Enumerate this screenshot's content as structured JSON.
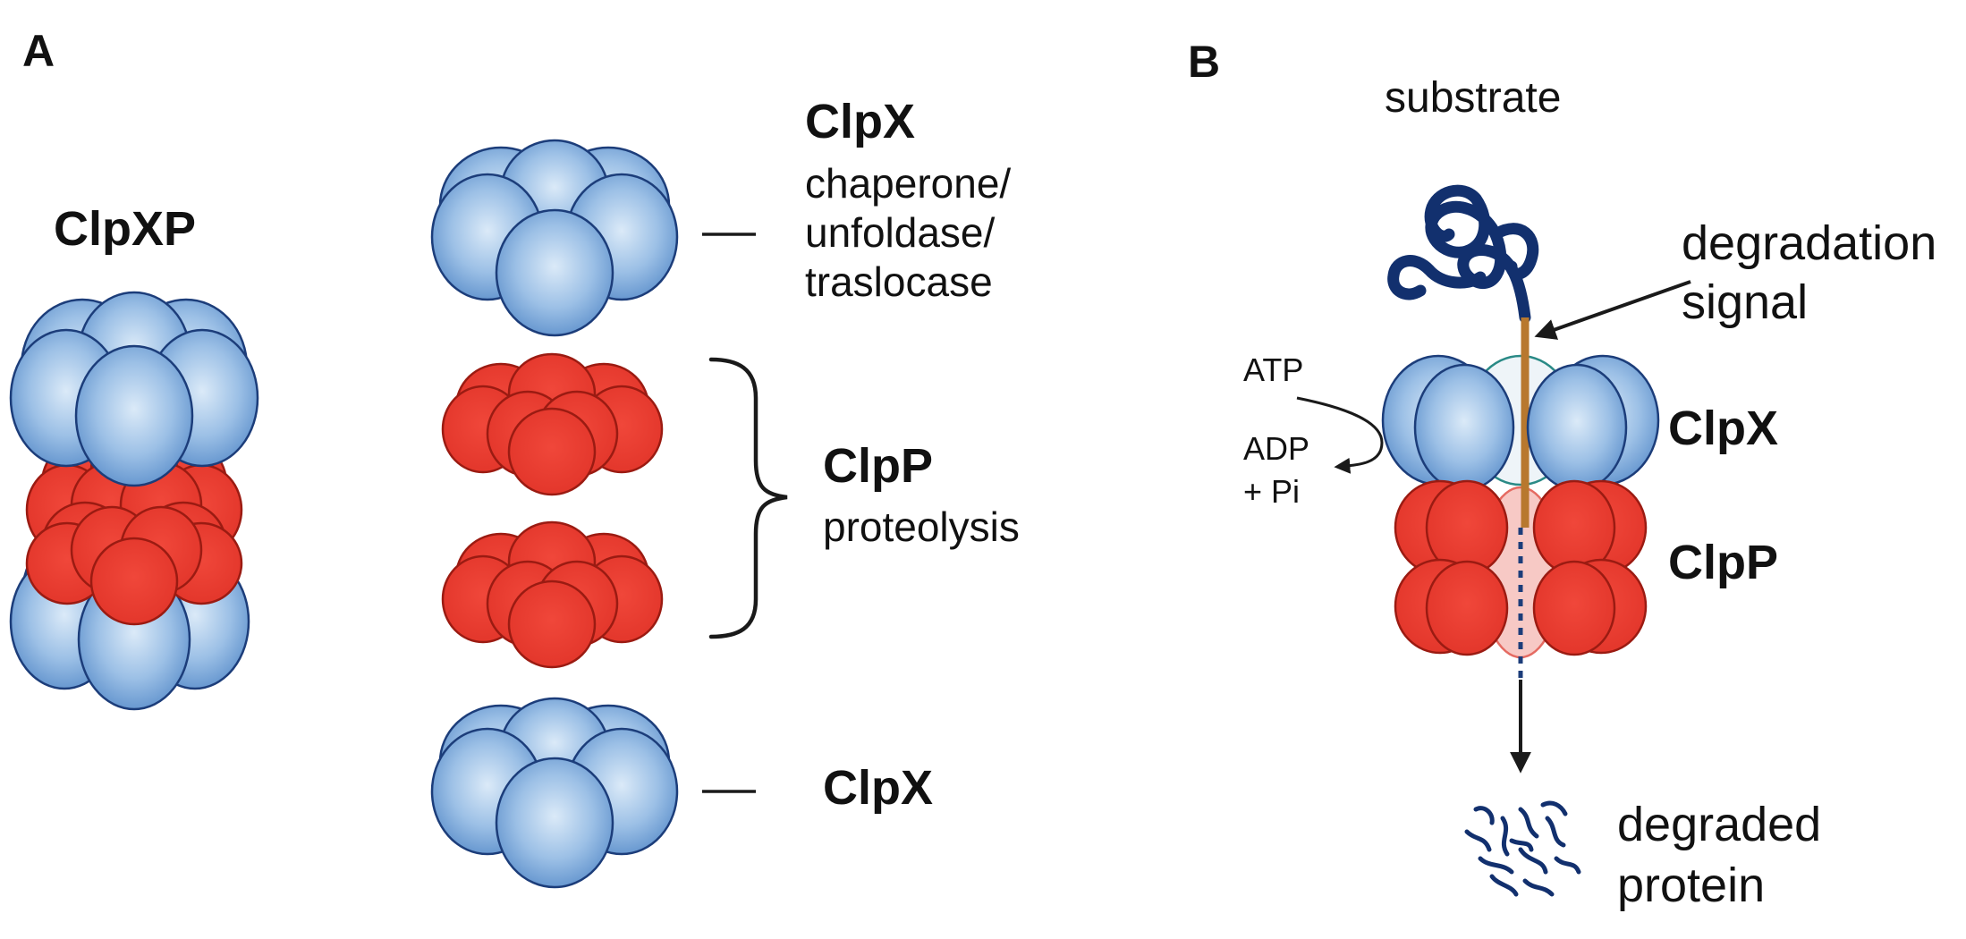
{
  "panel_a": {
    "letter": "A",
    "complex_label": "ClpXP",
    "top_label": {
      "name": "ClpX",
      "roles": [
        "chaperone/",
        "unfoldase/",
        "traslocase"
      ]
    },
    "middle_label": {
      "name": "ClpP",
      "role": "proteolysis"
    },
    "bottom_label": {
      "name": "ClpX"
    }
  },
  "panel_b": {
    "letter": "B",
    "substrate_label": "substrate",
    "signal_label": [
      "degradation",
      "signal"
    ],
    "atp_label": "ATP",
    "adp_label": [
      "ADP",
      "+ Pi"
    ],
    "clpx_label": "ClpX",
    "clpp_label": "ClpP",
    "product_label": [
      "degraded",
      "protein"
    ]
  },
  "colors": {
    "clpx_fill_light": "#d3e6f7",
    "clpx_fill_dark": "#5d90cc",
    "clpx_stroke": "#1c3d7a",
    "clpp_fill": "#e8392b",
    "clpp_stroke": "#9b1b12",
    "substrate": "#12306e",
    "signal": "#b8782e"
  }
}
